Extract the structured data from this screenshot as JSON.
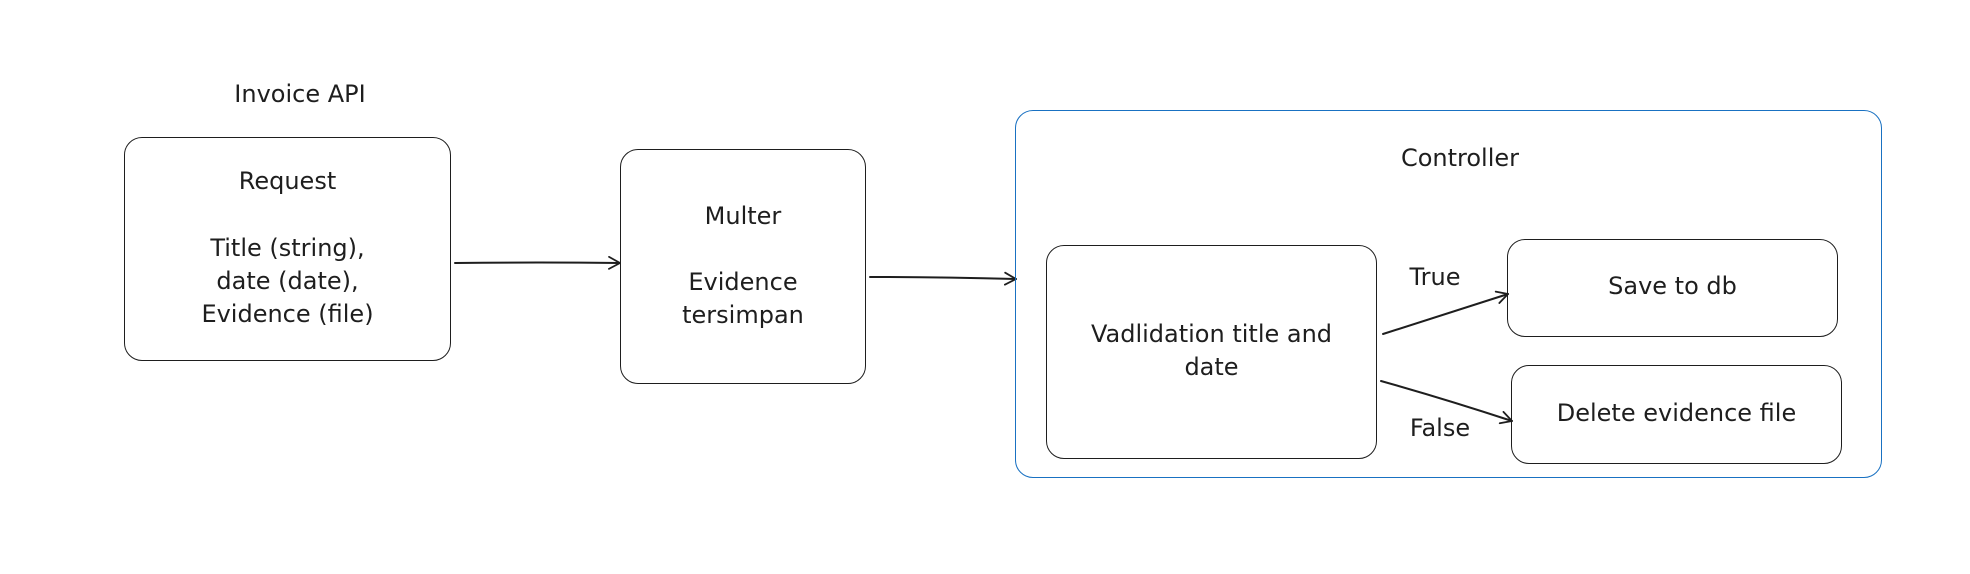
{
  "diagram": {
    "title": "Invoice API",
    "nodes": {
      "request": {
        "heading": "Request",
        "lines": [
          "Title (string),",
          "date (date),",
          "Evidence (file)"
        ]
      },
      "multer": {
        "heading": "Multer",
        "lines": [
          "Evidence",
          "tersimpan"
        ]
      },
      "controller": {
        "label": "Controller"
      },
      "validation": {
        "lines": [
          "Vadlidation title and",
          "date"
        ]
      },
      "save": {
        "label": "Save to db"
      },
      "delete": {
        "label": "Delete evidence file"
      }
    },
    "edges": {
      "true_label": "True",
      "false_label": "False"
    },
    "colors": {
      "stroke": "#1e1e1e",
      "group_border": "#1971c2",
      "background": "#ffffff"
    }
  }
}
